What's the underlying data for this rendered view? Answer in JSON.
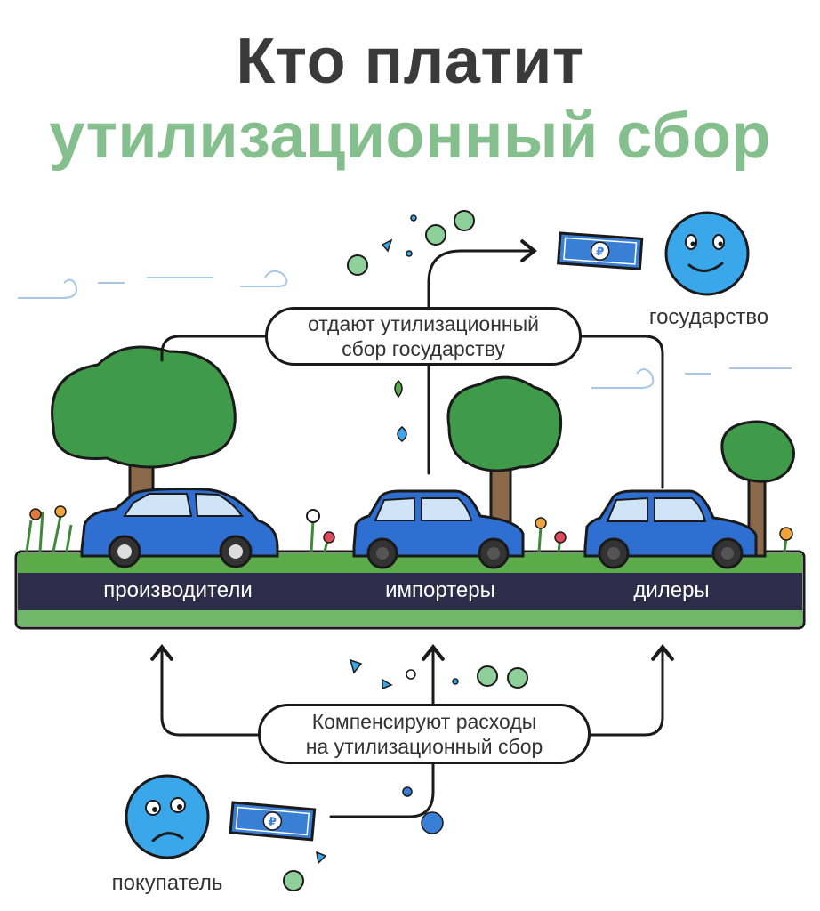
{
  "title": {
    "line1": "Кто платит",
    "line2": "утилизационный сбор"
  },
  "top_box": {
    "line1": "отдают утилизационный",
    "line2": "сбор государству"
  },
  "bottom_box": {
    "line1": "Компенсируют расходы",
    "line2": "на утилизационный сбор"
  },
  "government_label": "государство",
  "buyer_label": "покупатель",
  "roles": {
    "producers": "производители",
    "importers": "импортеры",
    "dealers": "дилеры"
  },
  "icons": {
    "happy_face": "smiling-face-icon",
    "sad_face": "sad-face-icon",
    "banknote": "ruble-banknote-icon",
    "coin": "ruble-coin-icon"
  },
  "colors": {
    "title_dark": "#3a3a3a",
    "title_green": "#86bf8e",
    "face_blue": "#3aa7ea",
    "car_blue": "#2f6fd1",
    "road": "#2d2d4a",
    "grass": "#5cab4a",
    "tree": "#3f9a4a"
  }
}
